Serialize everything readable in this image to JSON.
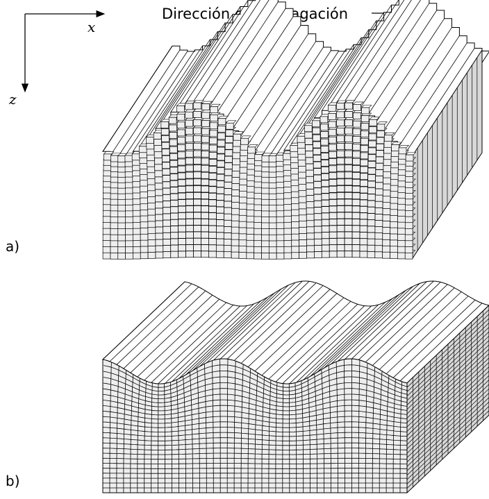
{
  "header": {
    "propagation_label": "Dirección de propagación",
    "x_axis_label": "x",
    "z_axis_label": "z"
  },
  "panels": [
    {
      "label": "a)",
      "name": "Discrete blocks model of Rayleigh wave deformation"
    },
    {
      "label": "b)",
      "name": "Continuous mesh model of Rayleigh wave deformation"
    }
  ],
  "colors": {
    "stroke": "#000000",
    "front_face": "#eeeeee",
    "side_face": "#d8d8d8",
    "top_face": "#ffffff"
  }
}
